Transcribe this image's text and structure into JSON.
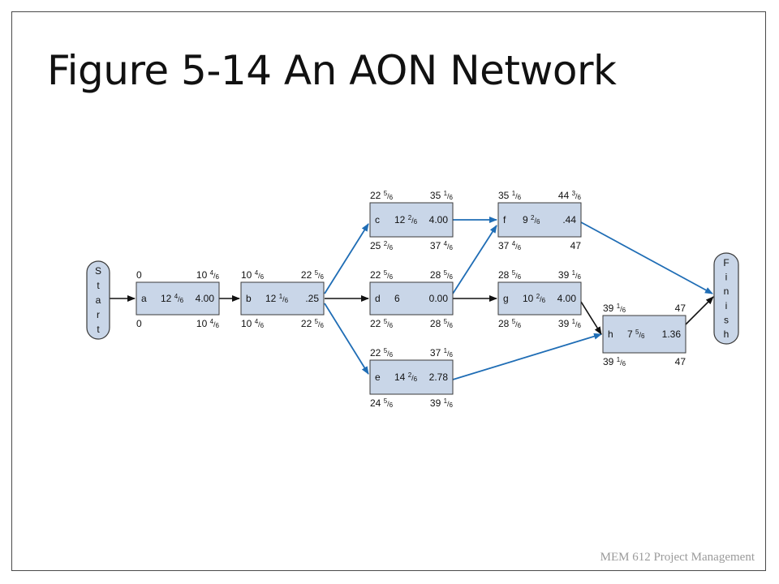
{
  "slide": {
    "title": "Figure 5-14 An AON Network",
    "footer": "MEM 612 Project Management"
  },
  "diagram": {
    "start_letters": [
      "S",
      "t",
      "a",
      "r",
      "t"
    ],
    "finish_letters": [
      "F",
      "i",
      "n",
      "i",
      "s",
      "h"
    ],
    "nodes": {
      "a": {
        "id": "a",
        "te": "12 4/6",
        "var": "4.00",
        "es": "0",
        "ef": "10 4/6",
        "ls": "0",
        "lf": "10 4/6"
      },
      "b": {
        "id": "b",
        "te": "12 1/6",
        "var": ".25",
        "es": "10 4/6",
        "ef": "22 5/6",
        "ls": "10 4/6",
        "lf": "22 5/6"
      },
      "c": {
        "id": "c",
        "te": "12 2/6",
        "var": "4.00",
        "es": "22 5/6",
        "ef": "35 1/6",
        "ls": "25 2/6",
        "lf": "37 4/6"
      },
      "d": {
        "id": "d",
        "te": "6",
        "var": "0.00",
        "es": "22 5/6",
        "ef": "28 5/6",
        "ls": "22 5/6",
        "lf": "28 5/6"
      },
      "e": {
        "id": "e",
        "te": "14 2/6",
        "var": "2.78",
        "es": "22 5/6",
        "ef": "37 1/6",
        "ls": "24 5/6",
        "lf": "39 1/6"
      },
      "f": {
        "id": "f",
        "te": "9 2/6",
        "var": ".44",
        "es": "35 1/6",
        "ef": "44 3/6",
        "ls": "37 4/6",
        "lf": "47"
      },
      "g": {
        "id": "g",
        "te": "10 2/6",
        "var": "4.00",
        "es": "28 5/6",
        "ef": "39 1/6",
        "ls": "28 5/6",
        "lf": "39 1/6"
      },
      "h": {
        "id": "h",
        "te": "7 5/6",
        "var": "1.36",
        "es": "39 1/6",
        "ef": "47",
        "ls": "39 1/6",
        "lf": "47"
      }
    },
    "colors": {
      "node_fill": "#c9d6e8",
      "node_stroke": "#3a3a3a",
      "critical_arrow": "#111111",
      "noncritical_arrow": "#1f6db5"
    }
  }
}
